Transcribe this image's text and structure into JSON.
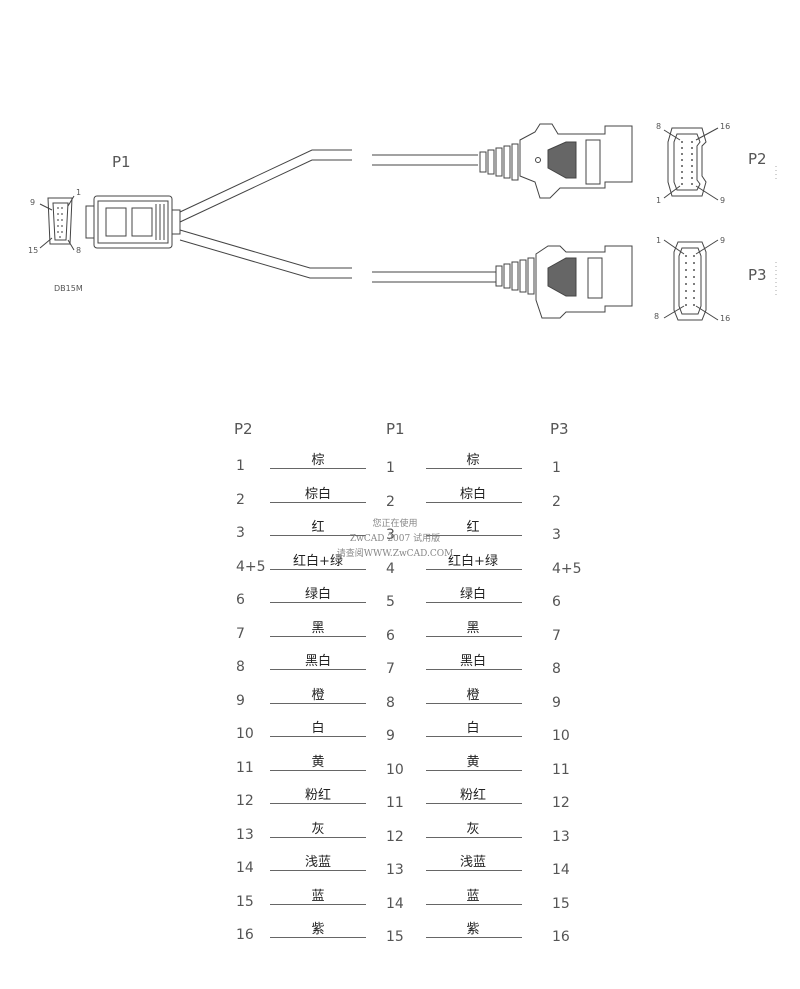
{
  "diagram": {
    "labels": {
      "p1": "P1",
      "p2": "P2",
      "p3": "P3",
      "db15m": "DB15M"
    },
    "db15_pins": {
      "top_left": "9",
      "top_right": "1",
      "bottom_left": "15",
      "bottom_right": "8"
    },
    "p2_pins": {
      "top_left": "8",
      "top_right": "16",
      "bottom_left": "1",
      "bottom_right": "9"
    },
    "p3_pins": {
      "top_left": "1",
      "top_right": "9",
      "bottom_left": "8",
      "bottom_right": "16"
    }
  },
  "table": {
    "headers": {
      "p2": "P2",
      "p1": "P1",
      "p3": "P3"
    },
    "rows": [
      {
        "p2": "1",
        "color_a": "棕",
        "p1": "1",
        "color_b": "棕",
        "p3": "1"
      },
      {
        "p2": "2",
        "color_a": "棕白",
        "p1": "2",
        "color_b": "棕白",
        "p3": "2"
      },
      {
        "p2": "3",
        "color_a": "红",
        "p1": "3",
        "color_b": "红",
        "p3": "3"
      },
      {
        "p2": "4+5",
        "color_a": "红白+绿",
        "p1": "4",
        "color_b": "红白+绿",
        "p3": "4+5"
      },
      {
        "p2": "6",
        "color_a": "绿白",
        "p1": "5",
        "color_b": "绿白",
        "p3": "6"
      },
      {
        "p2": "7",
        "color_a": "黑",
        "p1": "6",
        "color_b": "黑",
        "p3": "7"
      },
      {
        "p2": "8",
        "color_a": "黑白",
        "p1": "7",
        "color_b": "黑白",
        "p3": "8"
      },
      {
        "p2": "9",
        "color_a": "橙",
        "p1": "8",
        "color_b": "橙",
        "p3": "9"
      },
      {
        "p2": "10",
        "color_a": "白",
        "p1": "9",
        "color_b": "白",
        "p3": "10"
      },
      {
        "p2": "11",
        "color_a": "黄",
        "p1": "10",
        "color_b": "黄",
        "p3": "11"
      },
      {
        "p2": "12",
        "color_a": "粉红",
        "p1": "11",
        "color_b": "粉红",
        "p3": "12"
      },
      {
        "p2": "13",
        "color_a": "灰",
        "p1": "12",
        "color_b": "灰",
        "p3": "13"
      },
      {
        "p2": "14",
        "color_a": "浅蓝",
        "p1": "13",
        "color_b": "浅蓝",
        "p3": "14"
      },
      {
        "p2": "15",
        "color_a": "蓝",
        "p1": "14",
        "color_b": "蓝",
        "p3": "15"
      },
      {
        "p2": "16",
        "color_a": "紫",
        "p1": "15",
        "color_b": "紫",
        "p3": "16"
      }
    ]
  },
  "watermark": {
    "line1": "您正在使用",
    "line2": "ZwCAD 2007 试用版",
    "line3": "请查阅WWW.ZwCAD.COM"
  }
}
